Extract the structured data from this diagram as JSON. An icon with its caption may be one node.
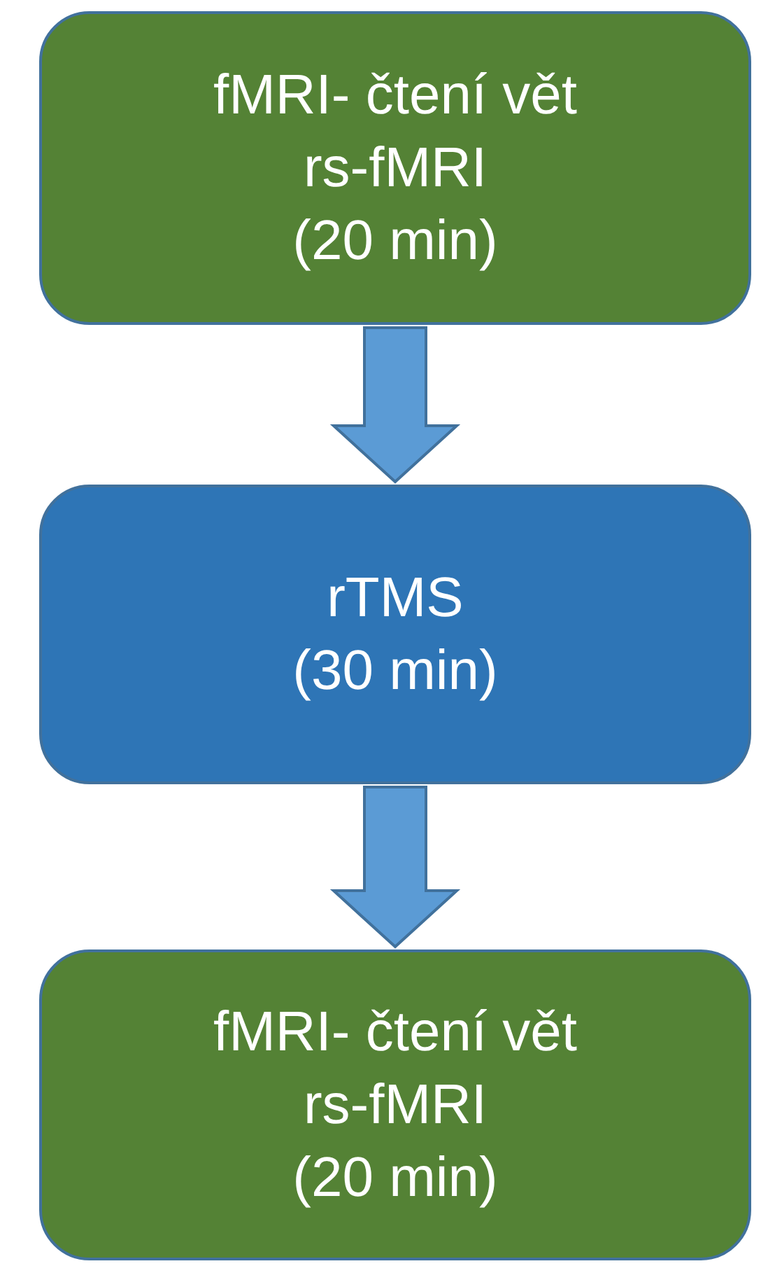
{
  "diagram": {
    "nodes": [
      {
        "text": [
          "fMRI- čtení vět",
          "rs-fMRI",
          "(20 min)"
        ]
      },
      {
        "text": [
          "rTMS",
          "(30 min)"
        ]
      },
      {
        "text": [
          "fMRI- čtení vět",
          "rs-fMRI",
          "(20 min)"
        ]
      }
    ],
    "edges": [
      {
        "from": 0,
        "to": 1,
        "arrow": "to"
      },
      {
        "from": 1,
        "to": 2,
        "arrow": "to"
      }
    ]
  }
}
